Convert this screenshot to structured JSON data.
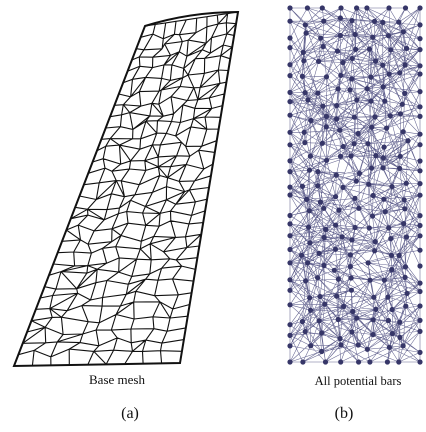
{
  "panels": [
    {
      "caption": "Base mesh",
      "label": "(a)",
      "stroke": "#111111"
    },
    {
      "caption": "All potential bars",
      "label": "(b)",
      "stroke": "#4a4a7e",
      "node_fill": "#363668"
    }
  ]
}
